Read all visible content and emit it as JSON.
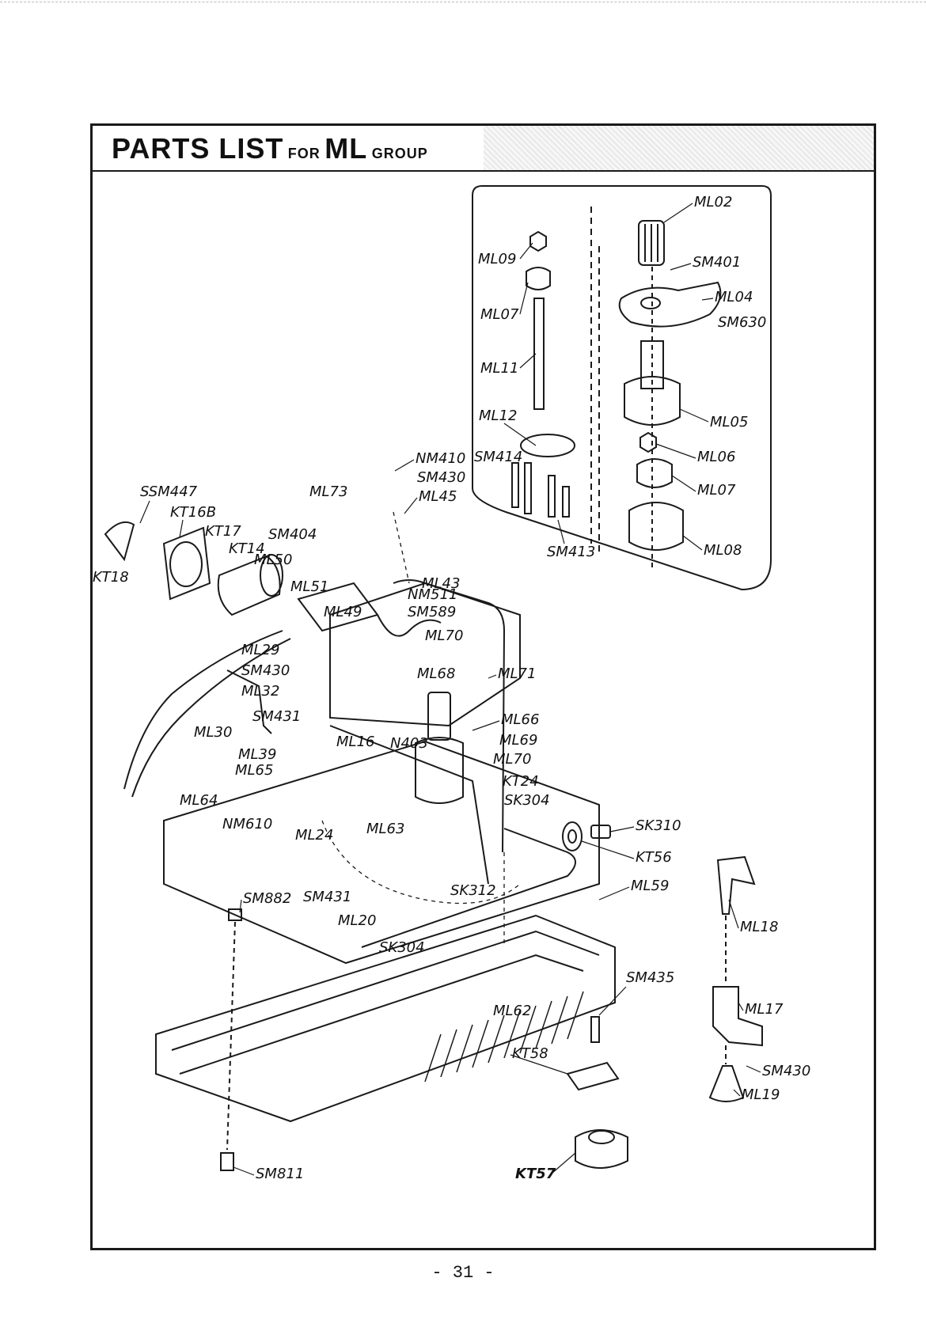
{
  "header": {
    "title_parts": "PARTS LIST",
    "title_for": "FOR",
    "title_group": "ML",
    "title_group_suffix": "GROUP"
  },
  "labels": {
    "ML02": "ML02",
    "ML09": "ML09",
    "SM401": "SM401",
    "ML04": "ML04",
    "ML07a": "ML07",
    "SM630": "SM630",
    "ML11": "ML11",
    "ML05": "ML05",
    "ML12": "ML12",
    "SM414": "SM414",
    "ML06": "ML06",
    "ML07b": "ML07",
    "SM413": "SM413",
    "ML08": "ML08",
    "NM410": "NM410",
    "SM430a": "SM430",
    "SSM447": "SSM447",
    "ML73": "ML73",
    "ML45": "ML45",
    "KT16B": "KT16B",
    "KT17": "KT17",
    "SM404": "SM404",
    "KT14": "KT14",
    "ML50": "ML50",
    "KT18": "KT18",
    "ML43": "ML43",
    "ML51": "ML51",
    "NM511": "NM511",
    "SM589": "SM589",
    "ML49": "ML49",
    "ML70a": "ML70",
    "ML29": "ML29",
    "ML71": "ML71",
    "SM430b": "SM430",
    "ML68": "ML68",
    "ML32": "ML32",
    "ML66": "ML66",
    "ML30": "ML30",
    "SM431a": "SM431",
    "ML69": "ML69",
    "ML16": "ML16",
    "N403": "N403",
    "ML39": "ML39",
    "ML70b": "ML70",
    "ML65": "ML65",
    "KT24": "KT24",
    "ML64": "ML64",
    "SK304a": "SK304",
    "NM610": "NM610",
    "SK310": "SK310",
    "ML24": "ML24",
    "ML63": "ML63",
    "KT56": "KT56",
    "SM882": "SM882",
    "SM431b": "SM431",
    "SK312": "SK312",
    "ML59": "ML59",
    "ML20": "ML20",
    "ML18": "ML18",
    "SK304b": "SK304",
    "SM435": "SM435",
    "ML62": "ML62",
    "ML17": "ML17",
    "KT58": "KT58",
    "SM430c": "SM430",
    "ML19": "ML19",
    "SM811": "SM811",
    "KT57": "KT57"
  },
  "page_number": "- 31 -"
}
